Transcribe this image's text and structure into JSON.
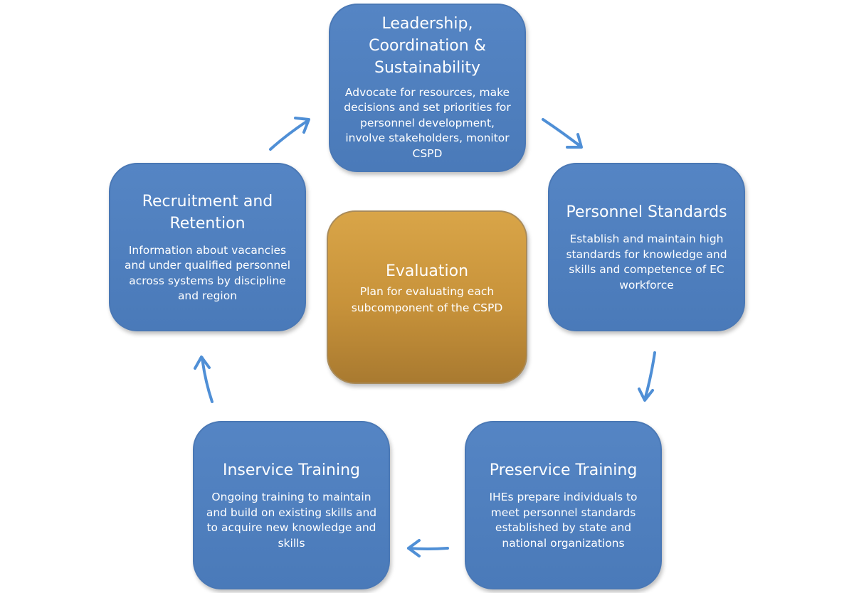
{
  "colors": {
    "box_blue": "#4f81bd",
    "box_gold": "#c7923a",
    "arrow_blue": "#4f8fd6",
    "text": "#ffffff"
  },
  "boxes": {
    "leadership": {
      "title": "Leadership, Coordination & Sustainability",
      "title_lines": [
        "Leadership,",
        "Coordination &",
        "Sustainability"
      ],
      "description": "Advocate for resources, make decisions and set priorities for personnel development, involve stakeholders, monitor CSPD"
    },
    "standards": {
      "title": "Personnel Standards",
      "description": "Establish and maintain high standards for knowledge and skills and competence of EC workforce"
    },
    "preservice": {
      "title": "Preservice Training",
      "description": "IHEs prepare individuals to meet personnel standards established by state and national organizations"
    },
    "inservice": {
      "title": "Inservice Training",
      "description": "Ongoing training to maintain and build on existing skills and to acquire new knowledge and skills"
    },
    "recruitment": {
      "title_lines": [
        "Recruitment and",
        "Retention"
      ],
      "description": "Information about vacancies and under qualified personnel across systems by discipline and region"
    },
    "evaluation": {
      "title": "Evaluation",
      "description": "Plan for evaluating each subcomponent of the CSPD"
    }
  },
  "flow": [
    {
      "from": "recruitment",
      "to": "leadership"
    },
    {
      "from": "leadership",
      "to": "standards"
    },
    {
      "from": "standards",
      "to": "preservice"
    },
    {
      "from": "preservice",
      "to": "inservice"
    },
    {
      "from": "inservice",
      "to": "recruitment"
    }
  ]
}
